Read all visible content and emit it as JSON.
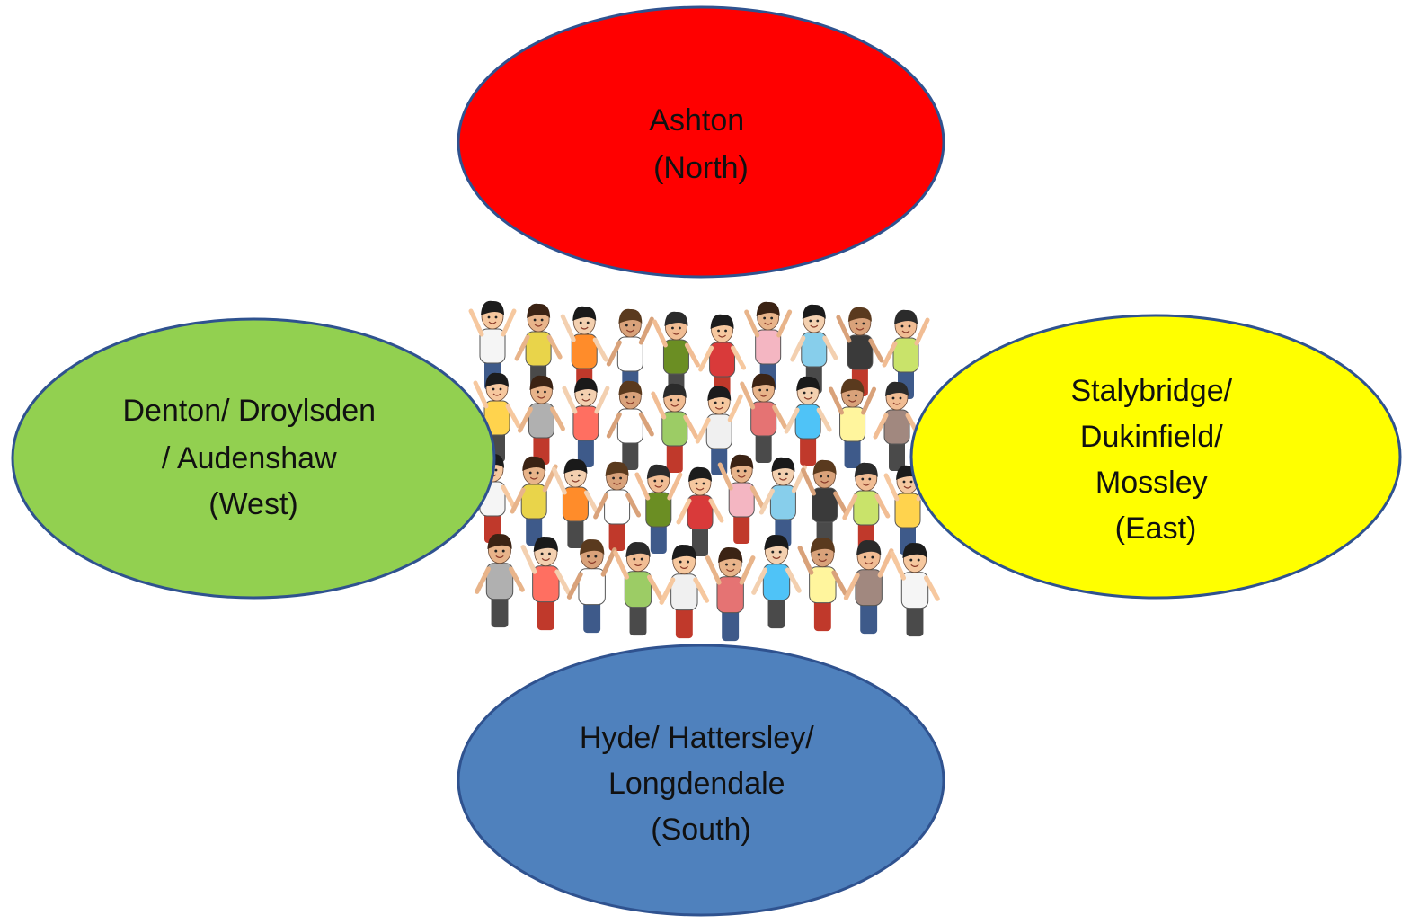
{
  "regions": [
    {
      "id": "north",
      "lines": [
        "Ashton",
        "(North)"
      ],
      "fill": "#ff0000"
    },
    {
      "id": "west",
      "lines": [
        "Denton/ Droylsden",
        "/ Audenshaw",
        "(West)"
      ],
      "fill": "#92d050"
    },
    {
      "id": "east",
      "lines": [
        "Stalybridge/",
        "Dukinfield/",
        "Mossley",
        "(East)"
      ],
      "fill": "#ffff00"
    },
    {
      "id": "south",
      "lines": [
        "Hyde/ Hattersley/",
        "Longdendale",
        "(South)"
      ],
      "fill": "#4f81bd"
    }
  ],
  "outline_color": "#2f528f",
  "center_illustration": "crowd-of-cartoon-people-illustration"
}
